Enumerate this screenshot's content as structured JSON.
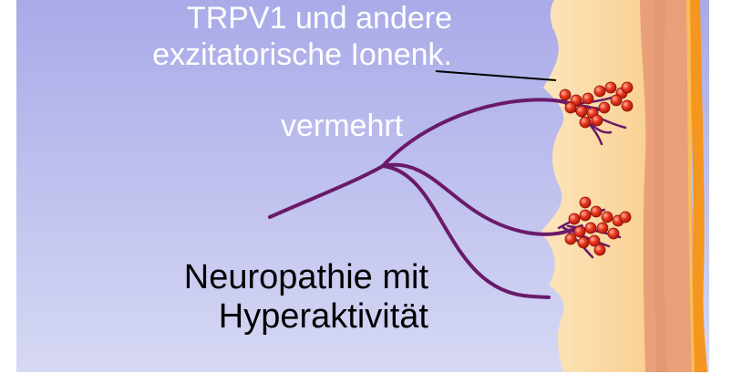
{
  "labels": {
    "channels_line1": "TRPV1 und andere",
    "channels_line2": "exzitatorische Ionenk.",
    "increased": "vermehrt",
    "neuropathy_line1": "Neuropathie mit",
    "neuropathy_line2": "Hyperaktivität"
  },
  "colors": {
    "background_top": "#a9aae8",
    "background_bottom": "#d6d8f4",
    "epidermis": "#fbd7a0",
    "dermis": "#e9a07a",
    "skin_edge": "#f5961e",
    "nerve_fiber": "#6a1a6a",
    "ion_channel": "#e8321e",
    "leader_line": "#000000",
    "label_light": "#ffffff",
    "label_dark": "#000000"
  },
  "icons": [
    "ion-channel-cluster-upper",
    "ion-channel-cluster-lower"
  ]
}
